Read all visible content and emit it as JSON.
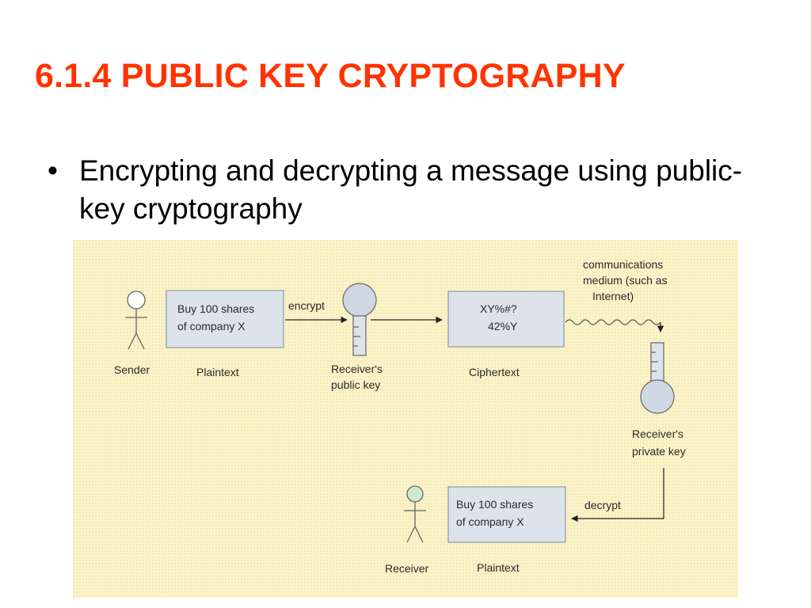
{
  "slide": {
    "title": "6.1.4 PUBLIC KEY CRYPTOGRAPHY",
    "title_color": "#FF3300",
    "bullet": {
      "symbol": "•",
      "text": "Encrypting and decrypting a message using public-key cryptography"
    }
  },
  "diagram": {
    "background_color": "#FBF3C8",
    "box_color": "#DCE3EA",
    "sender_label": "Sender",
    "plaintext_label": "Plaintext",
    "plaintext_message_line1": "Buy 100 shares",
    "plaintext_message_line2": "of company X",
    "encrypt_label": "encrypt",
    "public_key_label_line1": "Receiver's",
    "public_key_label_line2": "public key",
    "ciphertext_label": "Ciphertext",
    "ciphertext_line1": "XY%#?",
    "ciphertext_line2": "42%Y",
    "medium_label_line1": "communications",
    "medium_label_line2": "medium (such as",
    "medium_label_line3": "Internet)",
    "private_key_label_line1": "Receiver's",
    "private_key_label_line2": "private key",
    "decrypt_label": "decrypt",
    "decrypted_message_line1": "Buy 100 shares",
    "decrypted_message_line2": "of company X",
    "receiver_label": "Receiver",
    "decrypted_plaintext_label": "Plaintext"
  },
  "icons": {
    "sender": "person-icon",
    "receiver": "person-icon",
    "public_key": "key-icon",
    "private_key": "key-icon"
  }
}
